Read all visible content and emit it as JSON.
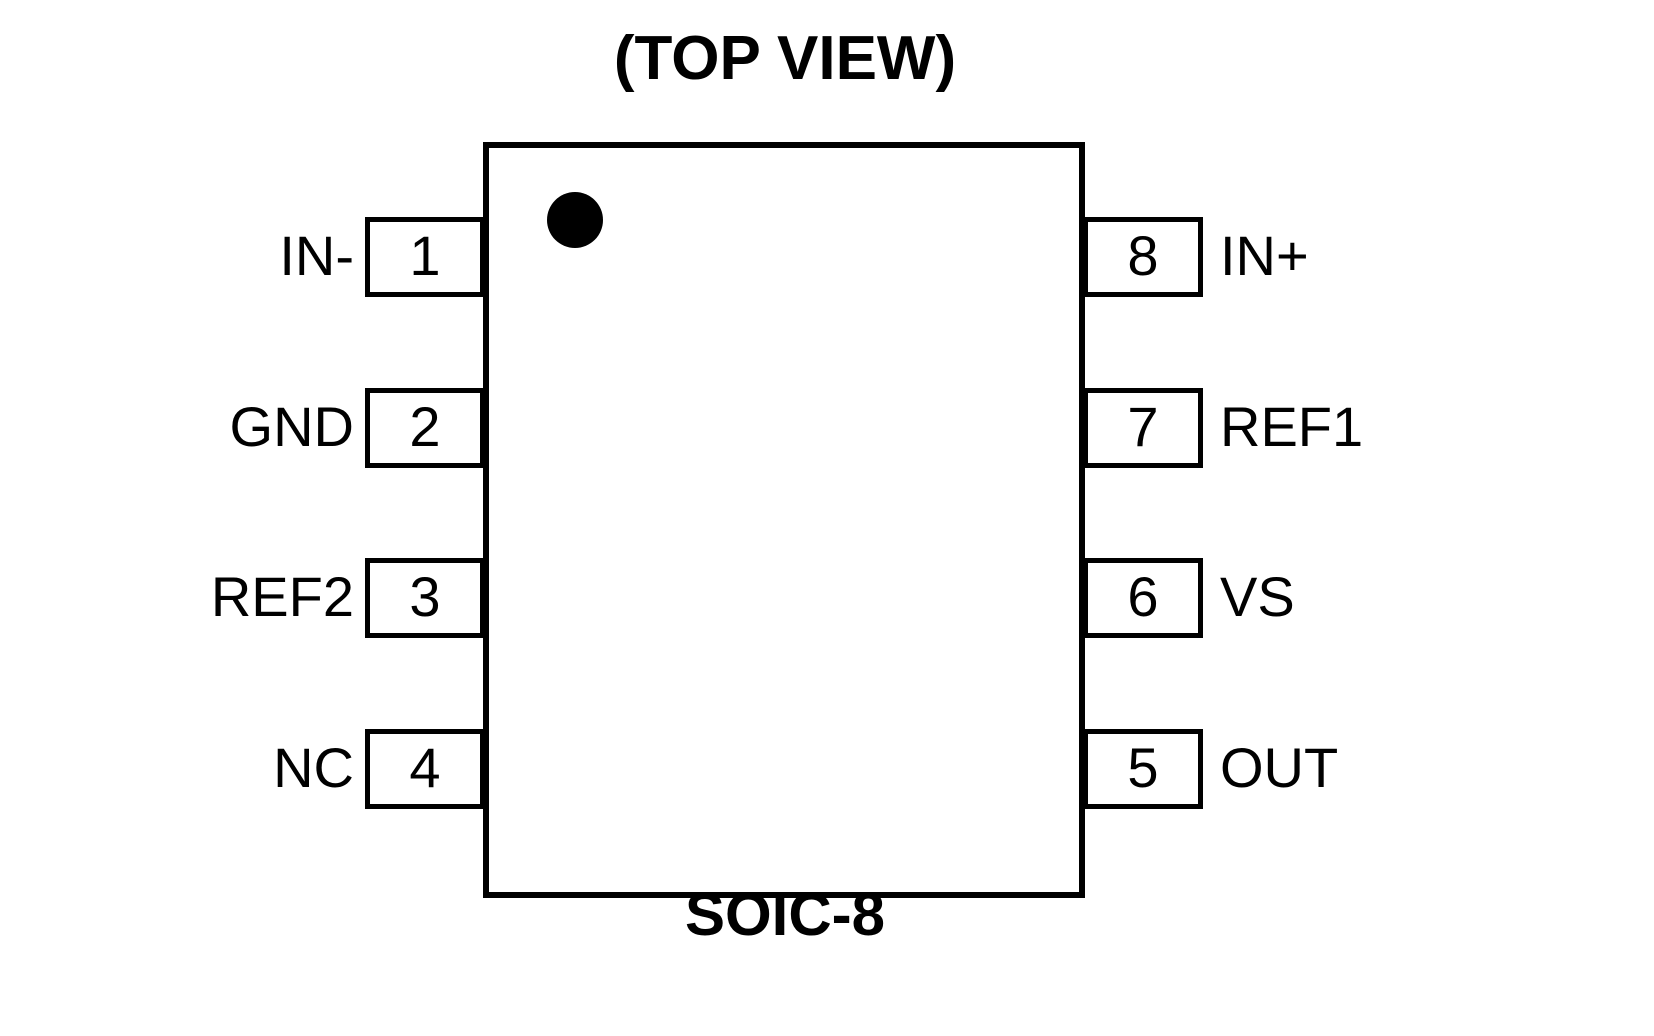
{
  "diagram": {
    "title_top": "(TOP VIEW)",
    "title_bottom": "SOIC-8",
    "package": "SOIC-8",
    "colors": {
      "outline": "#000000",
      "fill": "#ffffff",
      "text": "#000000",
      "pin1_dot": "#000000"
    },
    "pin1_marker": "pin1-dot-indicator",
    "pins_left": [
      {
        "number": "1",
        "label": "IN-"
      },
      {
        "number": "2",
        "label": "GND"
      },
      {
        "number": "3",
        "label": "REF2"
      },
      {
        "number": "4",
        "label": "NC"
      }
    ],
    "pins_right": [
      {
        "number": "8",
        "label": "IN+"
      },
      {
        "number": "7",
        "label": "REF1"
      },
      {
        "number": "6",
        "label": "VS"
      },
      {
        "number": "5",
        "label": "OUT"
      }
    ]
  }
}
